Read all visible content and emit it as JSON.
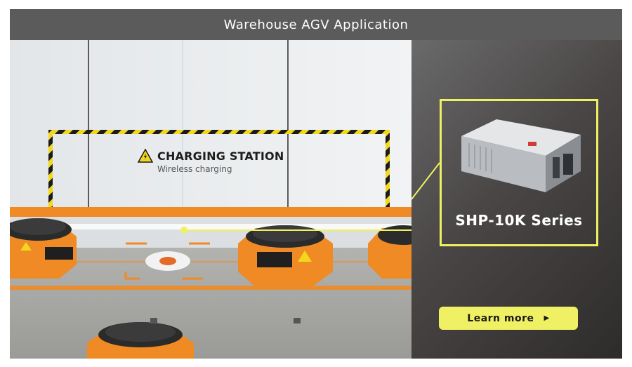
{
  "header": {
    "title": "Warehouse AGV Application"
  },
  "scene": {
    "station_title": "CHARGING STATION",
    "station_subtitle": "Wireless charging",
    "warning_icon": "warning-triangle-icon"
  },
  "product": {
    "name": "SHP-10K Series"
  },
  "cta": {
    "label": "Learn more",
    "arrow_icon": "play-arrow-icon",
    "arrow_glyph": "▶"
  },
  "colors": {
    "accent": "#f0f064",
    "title_bar": "#5b5b5b",
    "agv_orange": "#f08a24"
  }
}
